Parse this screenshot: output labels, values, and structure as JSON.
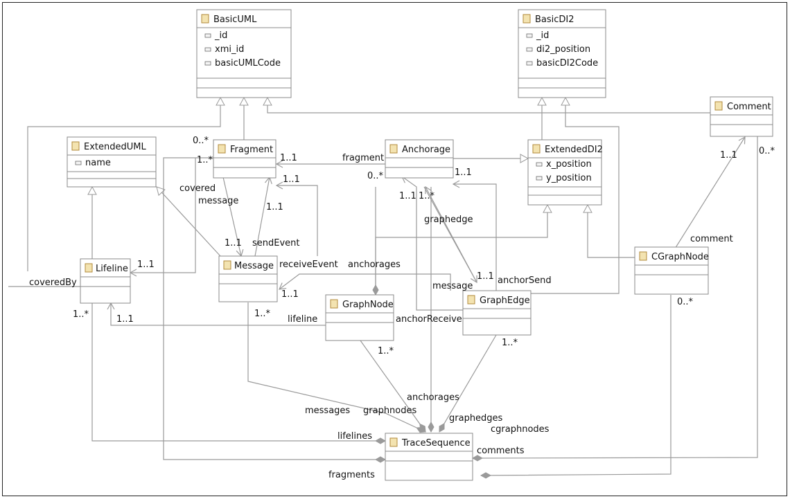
{
  "diagram": {
    "classes": {
      "basicuml": {
        "name": "BasicUML",
        "attrs": [
          "_id",
          "xmi_id",
          "basicUMLCode"
        ]
      },
      "basicdi2": {
        "name": "BasicDI2",
        "attrs": [
          "_id",
          "di2_position",
          "basicDI2Code"
        ]
      },
      "comment": {
        "name": "Comment",
        "attrs": []
      },
      "extendeduml": {
        "name": "ExtendedUML",
        "attrs": [
          "name"
        ]
      },
      "fragment": {
        "name": "Fragment",
        "attrs": []
      },
      "anchorage": {
        "name": "Anchorage",
        "attrs": []
      },
      "extendeddi2": {
        "name": "ExtendedDI2",
        "attrs": [
          "x_position",
          "y_position"
        ]
      },
      "lifeline": {
        "name": "Lifeline",
        "attrs": []
      },
      "message": {
        "name": "Message",
        "attrs": []
      },
      "graphnode": {
        "name": "GraphNode",
        "attrs": []
      },
      "graphedge": {
        "name": "GraphEdge",
        "attrs": []
      },
      "cgraphnode": {
        "name": "CGraphNode",
        "attrs": []
      },
      "tracesequence": {
        "name": "TraceSequence",
        "attrs": []
      }
    },
    "labels": {
      "frag_zero_many": "0..*",
      "frag_one_many": "1..*",
      "frag_11_a": "1..1",
      "frag_11_b": "1..1",
      "frag_11_c": "1..1",
      "fragment": "fragment",
      "anch_zero_many": "0..*",
      "anch_11_left": "1..1",
      "anch_one_many": "1..*",
      "anch_11_right": "1..1",
      "graphedge": "graphedge",
      "covered": "covered",
      "message_role": "message",
      "msg_11": "1..1",
      "send_event": "sendEvent",
      "lifeline_11": "1..1",
      "receive_event": "receiveEvent",
      "anchorages": "anchorages",
      "msg_receive_11": "1..1",
      "message_ge": "message",
      "ge_11": "1..1",
      "anchor_send": "anchorSend",
      "covered_by": "coveredBy",
      "lifeline_one_many": "1..*",
      "lifeline_11_b": "1..1",
      "lifeline_role": "lifeline",
      "msg_one_many": "1..*",
      "anchor_receive": "anchorReceive",
      "gn_one_many": "1..*",
      "ge_one_many": "1..*",
      "comment_11": "1..1",
      "comment_zero_many": "0..*",
      "comment_role": "comment",
      "cgn_zero_many": "0..*",
      "anchorages_ts": "anchorages",
      "messages": "messages",
      "graphnodes": "graphnodes",
      "graphedges": "graphedges",
      "cgraphnodes": "cgraphnodes",
      "lifelines": "lifelines",
      "comments": "comments",
      "fragments": "fragments"
    }
  }
}
